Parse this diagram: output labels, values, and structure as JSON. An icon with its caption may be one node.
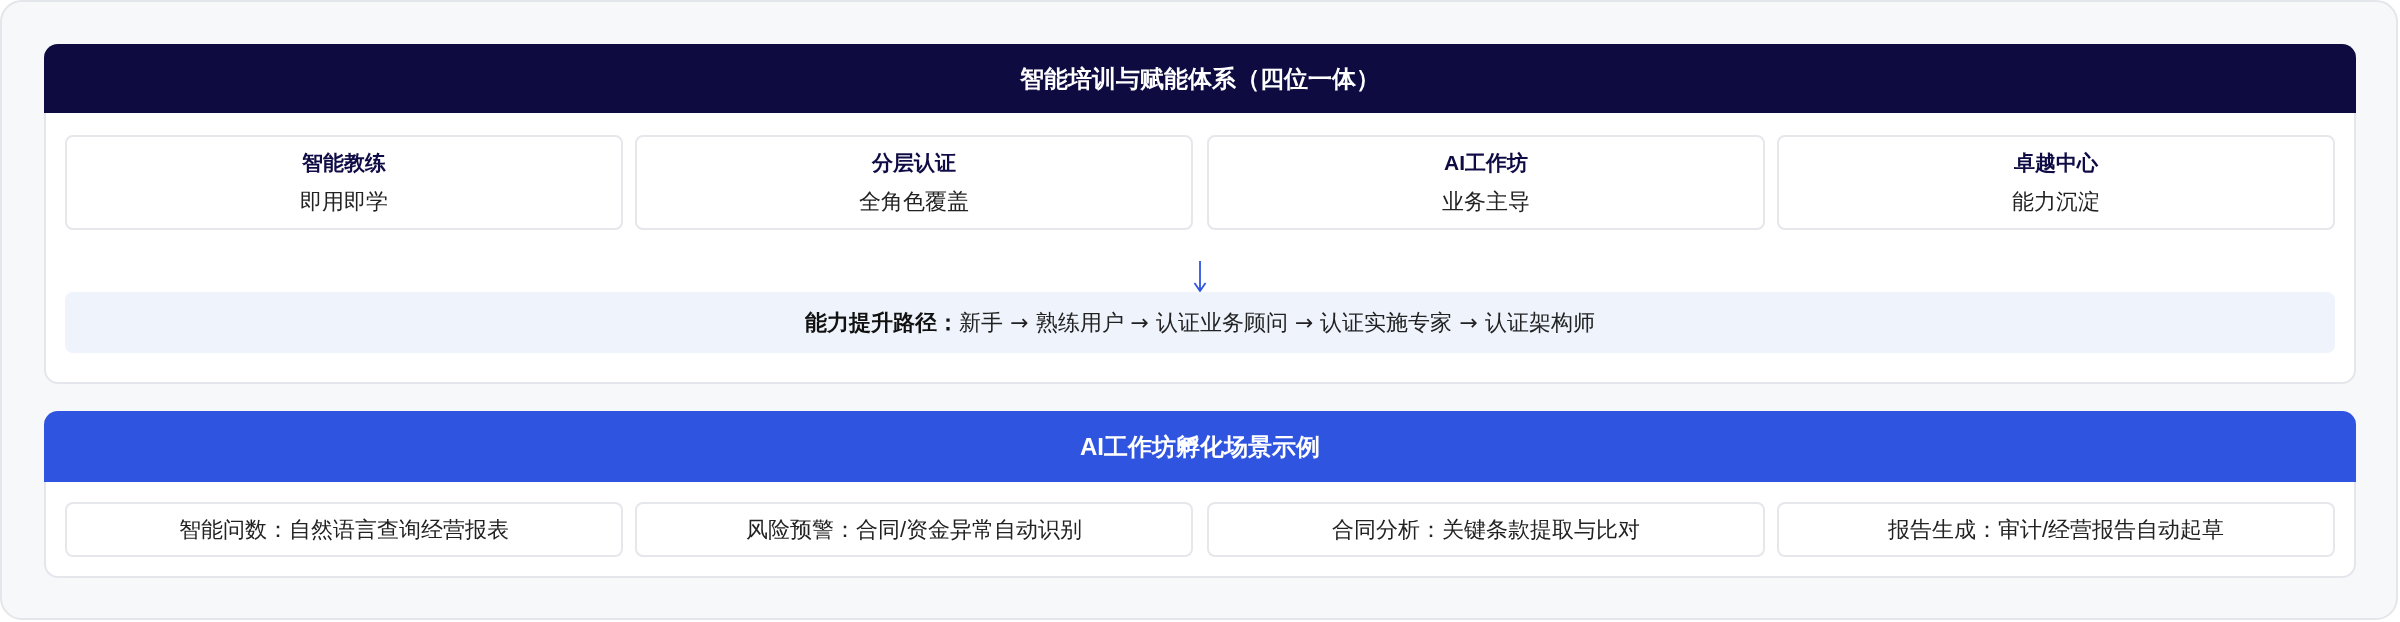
{
  "diagram": {
    "nodes": [
      {
        "text": [
          "智能培训与赋能体系（四位一体）"
        ]
      },
      {
        "text": [
          "智能教练",
          "即用即学"
        ],
        "in": 0
      },
      {
        "text": [
          "分层认证",
          "全角色覆盖"
        ],
        "in": 0
      },
      {
        "text": [
          "AI工作坊",
          "业务主导"
        ],
        "in": 0
      },
      {
        "text": [
          "卓越中心",
          "能力沉淀"
        ],
        "in": 0
      },
      {
        "text": [
          "**能力提升路径：**新手 → 熟练用户 → 认证业务顾问 → 认证实施专家 → 认证架构师"
        ],
        "in": 0
      },
      {
        "text": [
          "AI工作坊孵化场景示例"
        ]
      },
      {
        "text": [
          "智能问数：自然语言查询经营报表"
        ],
        "in": 6
      },
      {
        "text": [
          "风险预警：合同/资金异常自动识别"
        ],
        "in": 6
      },
      {
        "text": [
          "合同分析：关键条款提取与比对"
        ],
        "in": 6
      },
      {
        "text": [
          "报告生成：审计/经营报告自动起草"
        ],
        "in": 6
      }
    ],
    "edges": [
      {
        "from": null,
        "to": 5,
        "arrow": "to"
      }
    ]
  }
}
